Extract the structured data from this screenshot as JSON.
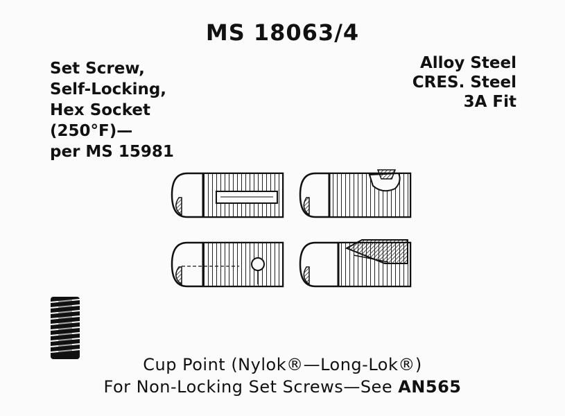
{
  "header": {
    "title": "MS 18063/4"
  },
  "description": {
    "lines": [
      "Set Screw,",
      "Self-Locking,",
      "Hex Socket",
      "(250°F)—",
      "per MS 15981"
    ]
  },
  "materials": {
    "lines": [
      "Alloy Steel",
      "CRES. Steel",
      "3A Fit"
    ]
  },
  "footer": {
    "line1": "Cup Point (Nylok®—Long-Lok®)",
    "line2_prefix": "For Non-Locking Set Screws—See ",
    "line2_ref": "AN565"
  }
}
